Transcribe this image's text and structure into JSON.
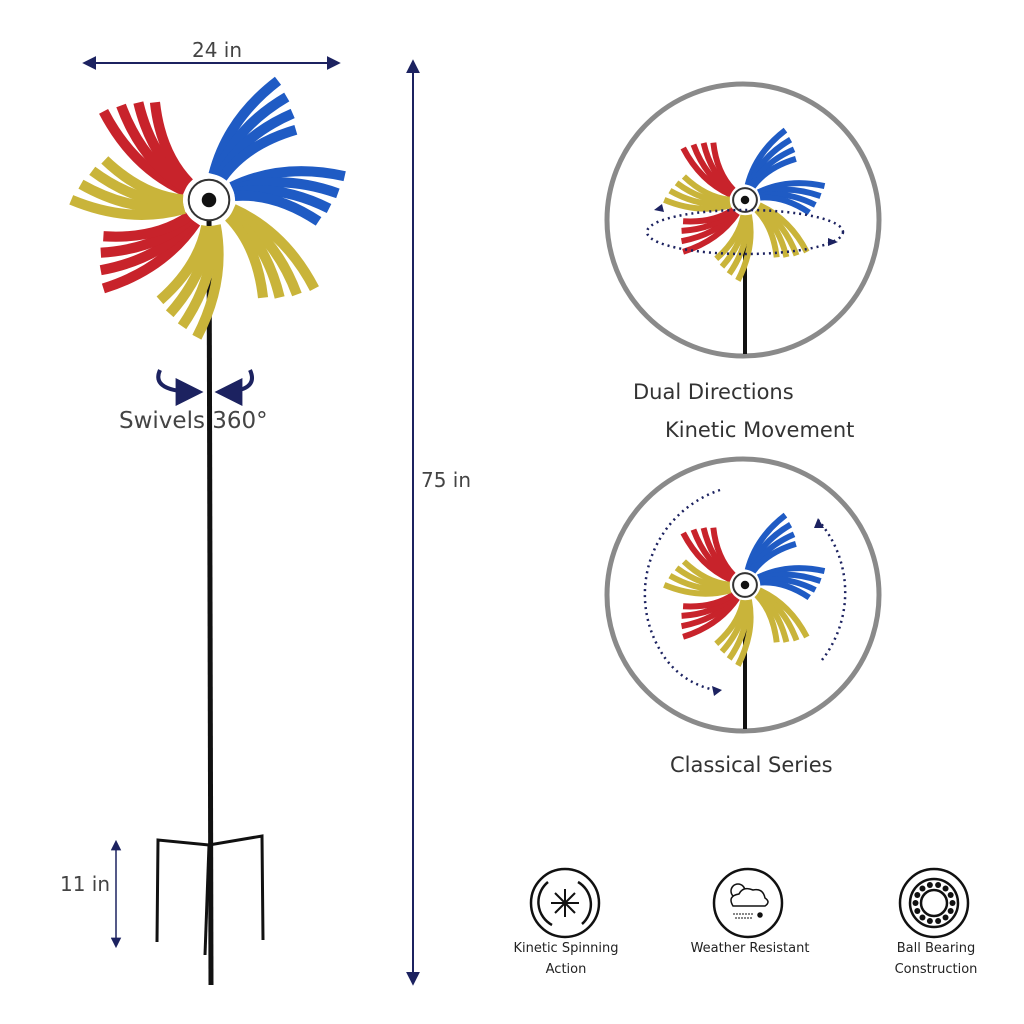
{
  "dimensions": {
    "width_label": "24 in",
    "height_label": "75 in",
    "stake_label": "11 in"
  },
  "swivel_label": "Swivels 360°",
  "features": {
    "dual_directions": "Dual Directions",
    "kinetic_movement": "Kinetic Movement",
    "classical_series": "Classical Series"
  },
  "icons": [
    {
      "icon": "kinetic-spinning-icon",
      "line1": "Kinetic Spinning",
      "line2": "Action"
    },
    {
      "icon": "weather-resistant-icon",
      "line1": "Weather Resistant",
      "line2": ""
    },
    {
      "icon": "ball-bearing-icon",
      "line1": "Ball Bearing",
      "line2": "Construction"
    }
  ],
  "colors": {
    "arrow": "#1c2260",
    "red": "#c8232b",
    "blue": "#1f5bc4",
    "yellow": "#c9b43a",
    "pole": "#111111",
    "circle": "#8a8a8a"
  }
}
